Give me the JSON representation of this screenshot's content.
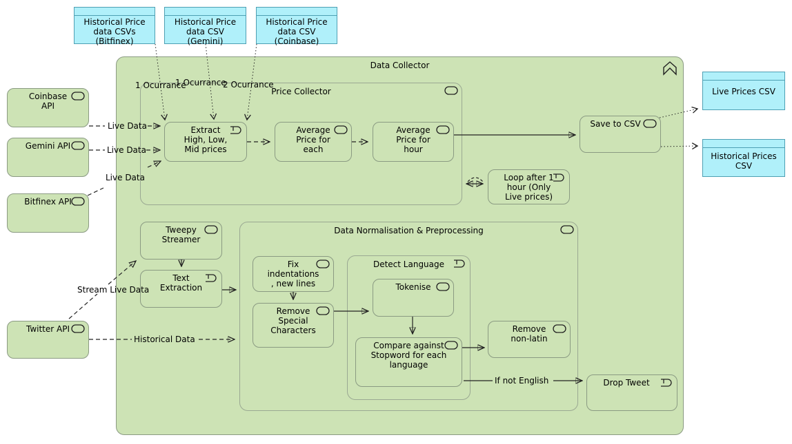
{
  "diagram": {
    "title": "Data Collector",
    "colors": {
      "node_fill": "#cde3b5",
      "node_border": "#8a9a82",
      "file_fill": "#b0f0fa",
      "file_border": "#4d9fb3",
      "line": "#222222",
      "background": "#ffffff",
      "text": "#000000"
    },
    "icon_names": [
      "application-service-icon",
      "application-process-icon",
      "collaboration-chevron-icon"
    ]
  },
  "nodes": {
    "csv_bitfinex": {
      "label": "Historical Price\ndata CSVs\n(Bitfinex)"
    },
    "csv_gemini": {
      "label": "Historical Price\ndata CSV\n(Gemini)"
    },
    "csv_coinbase": {
      "label": "Historical Price\ndata CSV\n(Coinbase)"
    },
    "live_prices_csv": {
      "label": "Live Prices CSV"
    },
    "historical_prices_csv": {
      "label": "Historical Prices\nCSV"
    },
    "coinbase_api": {
      "label": "Coinbase\nAPI"
    },
    "gemini_api": {
      "label": "Gemini API"
    },
    "bitfinex_api": {
      "label": "Bitfinex API"
    },
    "twitter_api": {
      "label": "Twitter API"
    },
    "data_collector": {
      "label": "Data Collector"
    },
    "price_collector": {
      "label": "Price Collector"
    },
    "extract_prices": {
      "label": "Extract\nHigh, Low,\nMid prices"
    },
    "avg_price_each": {
      "label": "Average\nPrice for\neach"
    },
    "avg_price_hour": {
      "label": "Average\nPrice for\nhour"
    },
    "save_to_csv": {
      "label": "Save to CSV"
    },
    "loop_hour": {
      "label": "Loop after 1\nhour (Only\nLive prices)"
    },
    "tweepy_streamer": {
      "label": "Tweepy\nStreamer"
    },
    "text_extraction": {
      "label": "Text\nExtraction"
    },
    "data_norm": {
      "label": "Data Normalisation & Preprocessing"
    },
    "fix_indent": {
      "label": "Fix\nindentations\n, new lines"
    },
    "remove_special": {
      "label": "Remove\nSpecial\nCharacters"
    },
    "detect_language": {
      "label": "Detect Language"
    },
    "tokenise": {
      "label": "Tokenise"
    },
    "compare_stopword": {
      "label": "Compare against\nStopword for each\nlanguage"
    },
    "remove_nonlatin": {
      "label": "Remove\nnon-latin"
    },
    "drop_tweet": {
      "label": "Drop Tweet"
    }
  },
  "edge_labels": {
    "occurrence_1": "1 Ocurrance",
    "occurrence_2": "1 Ocurrance",
    "occurrence_3": "2 Ocurrance",
    "live_data_coinbase": "Live Data",
    "live_data_gemini": "Live Data",
    "live_data_bitfinex": "Live Data",
    "stream_live_data": "Stream Live Data",
    "historical_data": "Historical Data",
    "if_not_english": "If not English"
  }
}
